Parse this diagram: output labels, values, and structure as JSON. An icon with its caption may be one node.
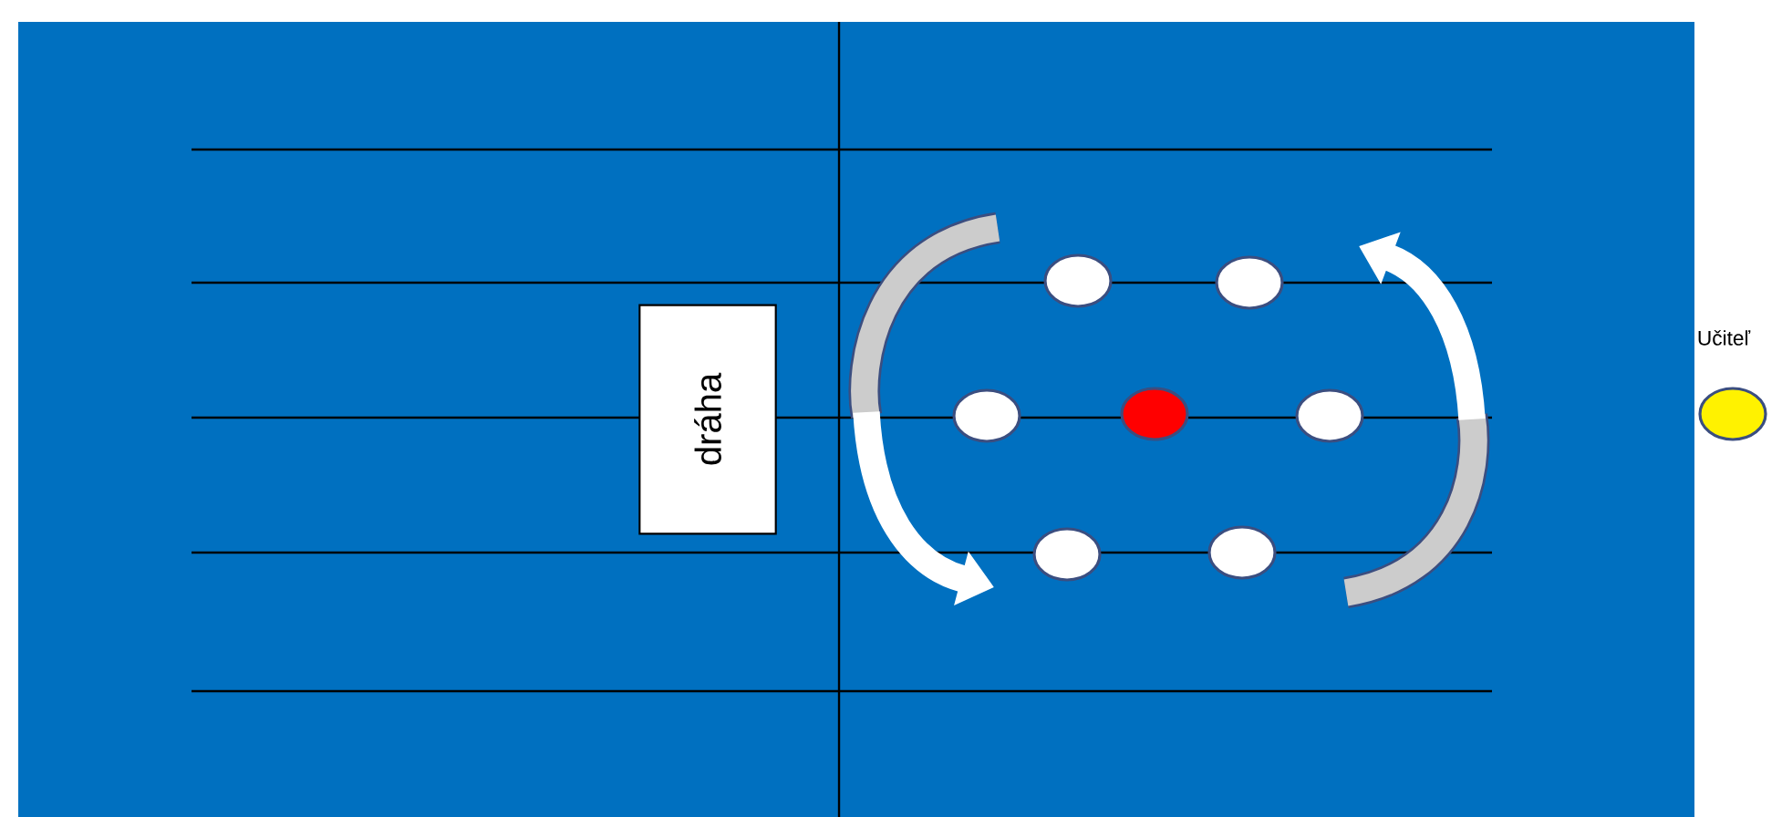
{
  "diagram": {
    "nodes": [
      {
        "text": [
          "dráha"
        ]
      },
      {
        "text": [],
        "shape": "circle"
      },
      {
        "text": [],
        "shape": "circle"
      },
      {
        "text": [],
        "shape": "circle"
      },
      {
        "text": [],
        "shape": "circle"
      },
      {
        "text": [],
        "shape": "circle"
      },
      {
        "text": [],
        "shape": "circle"
      },
      {
        "text": [],
        "shape": "circle"
      },
      {
        "text": [],
        "shape": "circle",
        "beside": [
          "Učiteľ"
        ]
      }
    ]
  }
}
